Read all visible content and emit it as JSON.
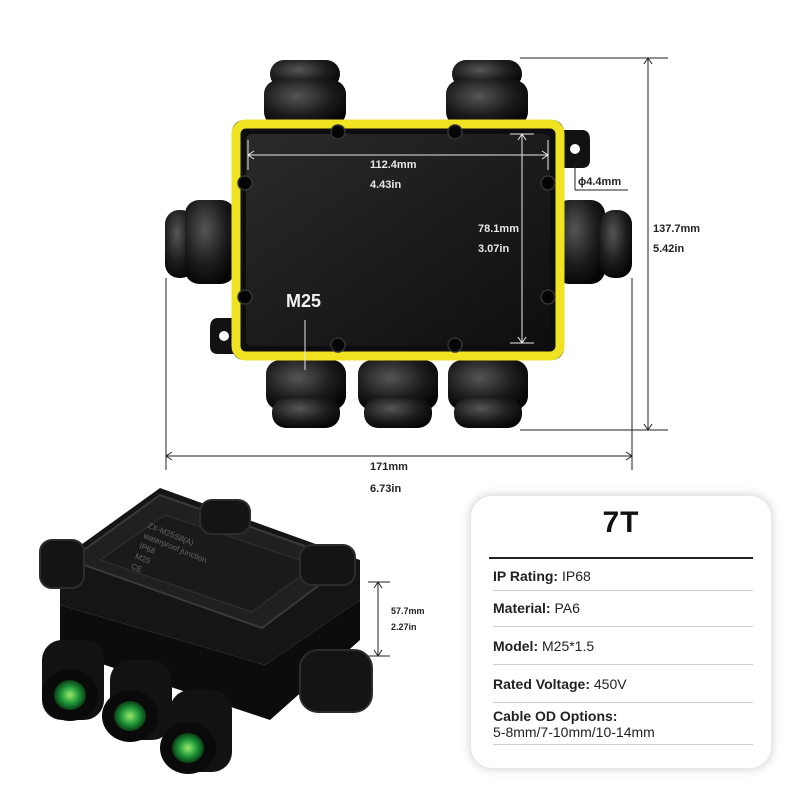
{
  "top_view": {
    "inner_width_mm": "112.4mm",
    "inner_width_in": "4.43in",
    "inner_height_mm": "78.1mm",
    "inner_height_in": "3.07in",
    "hole_dia": "ϕ4.4mm",
    "total_height_mm": "137.7mm",
    "total_height_in": "5.42in",
    "total_width_mm": "171mm",
    "total_width_in": "6.73in",
    "gland_label": "M25",
    "gasket_color": "#f0e321"
  },
  "side_view": {
    "depth_mm": "57.7mm",
    "depth_in": "2.27in",
    "label_lines": [
      "ZX-M25S8(A)",
      "waterproof junction",
      "IP68",
      "M25",
      "CE"
    ],
    "insert_color": "#1f9a3a"
  },
  "spec": {
    "title": "7T",
    "rows": [
      {
        "key": "IP Rating:",
        "value": "IP68"
      },
      {
        "key": "Material:",
        "value": "PA6"
      },
      {
        "key": "Model:",
        "value": "M25*1.5"
      },
      {
        "key": "Rated Voltage:",
        "value": "450V"
      },
      {
        "key": "Cable OD Options:",
        "value": "5-8mm/7-10mm/10-14mm"
      }
    ]
  }
}
